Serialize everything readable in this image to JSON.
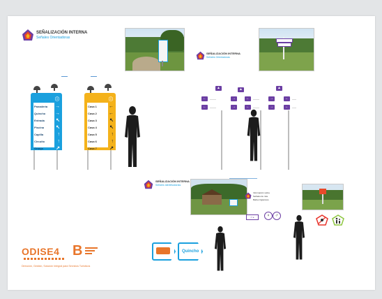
{
  "header": {
    "title": "SEÑALIZACIÓN INTERNA",
    "subtitle": "Señales Orientadoras"
  },
  "sign_blue": {
    "color": "#1aa0de",
    "rows": [
      "Panadería",
      "Quincho",
      "Entrada",
      "Piscina",
      "Capilla",
      "Circuito",
      "Granja"
    ],
    "arrows": [
      "→",
      "→",
      "↖",
      "↖",
      "↑",
      "↑",
      "↗"
    ]
  },
  "sign_yellow": {
    "color": "#f4b21b",
    "rows": [
      "Casa 1",
      "Casa 2",
      "Casa 3",
      "Casa 4",
      "Casa 5",
      "Casa 6",
      "Casa 7"
    ],
    "arrows": [
      "←",
      "←",
      "↖",
      "↖",
      "↑",
      "↑",
      "↗"
    ]
  },
  "section2": {
    "title": "SEÑALIZACIÓN INTERNA",
    "subtitle": "Señales Orientadoras"
  },
  "section3": {
    "title": "SEÑALIZACIÓN INTERNA",
    "subtitle": "Señales Identificatorias"
  },
  "section4": {
    "lines": [
      "Información sobre",
      "Señales de ruta",
      "Baños higiénicos"
    ]
  },
  "quincho_label": "Quincho",
  "logo": {
    "text": "ODISE4",
    "letter": "B",
    "tagline": "Dirección, Gestión, Solución Integral para Servicios Turísticos"
  },
  "colors": {
    "accent_orange": "#e8752a",
    "accent_blue": "#1aa0de",
    "accent_yellow": "#f4b21b",
    "accent_purple": "#6b3ea3"
  }
}
